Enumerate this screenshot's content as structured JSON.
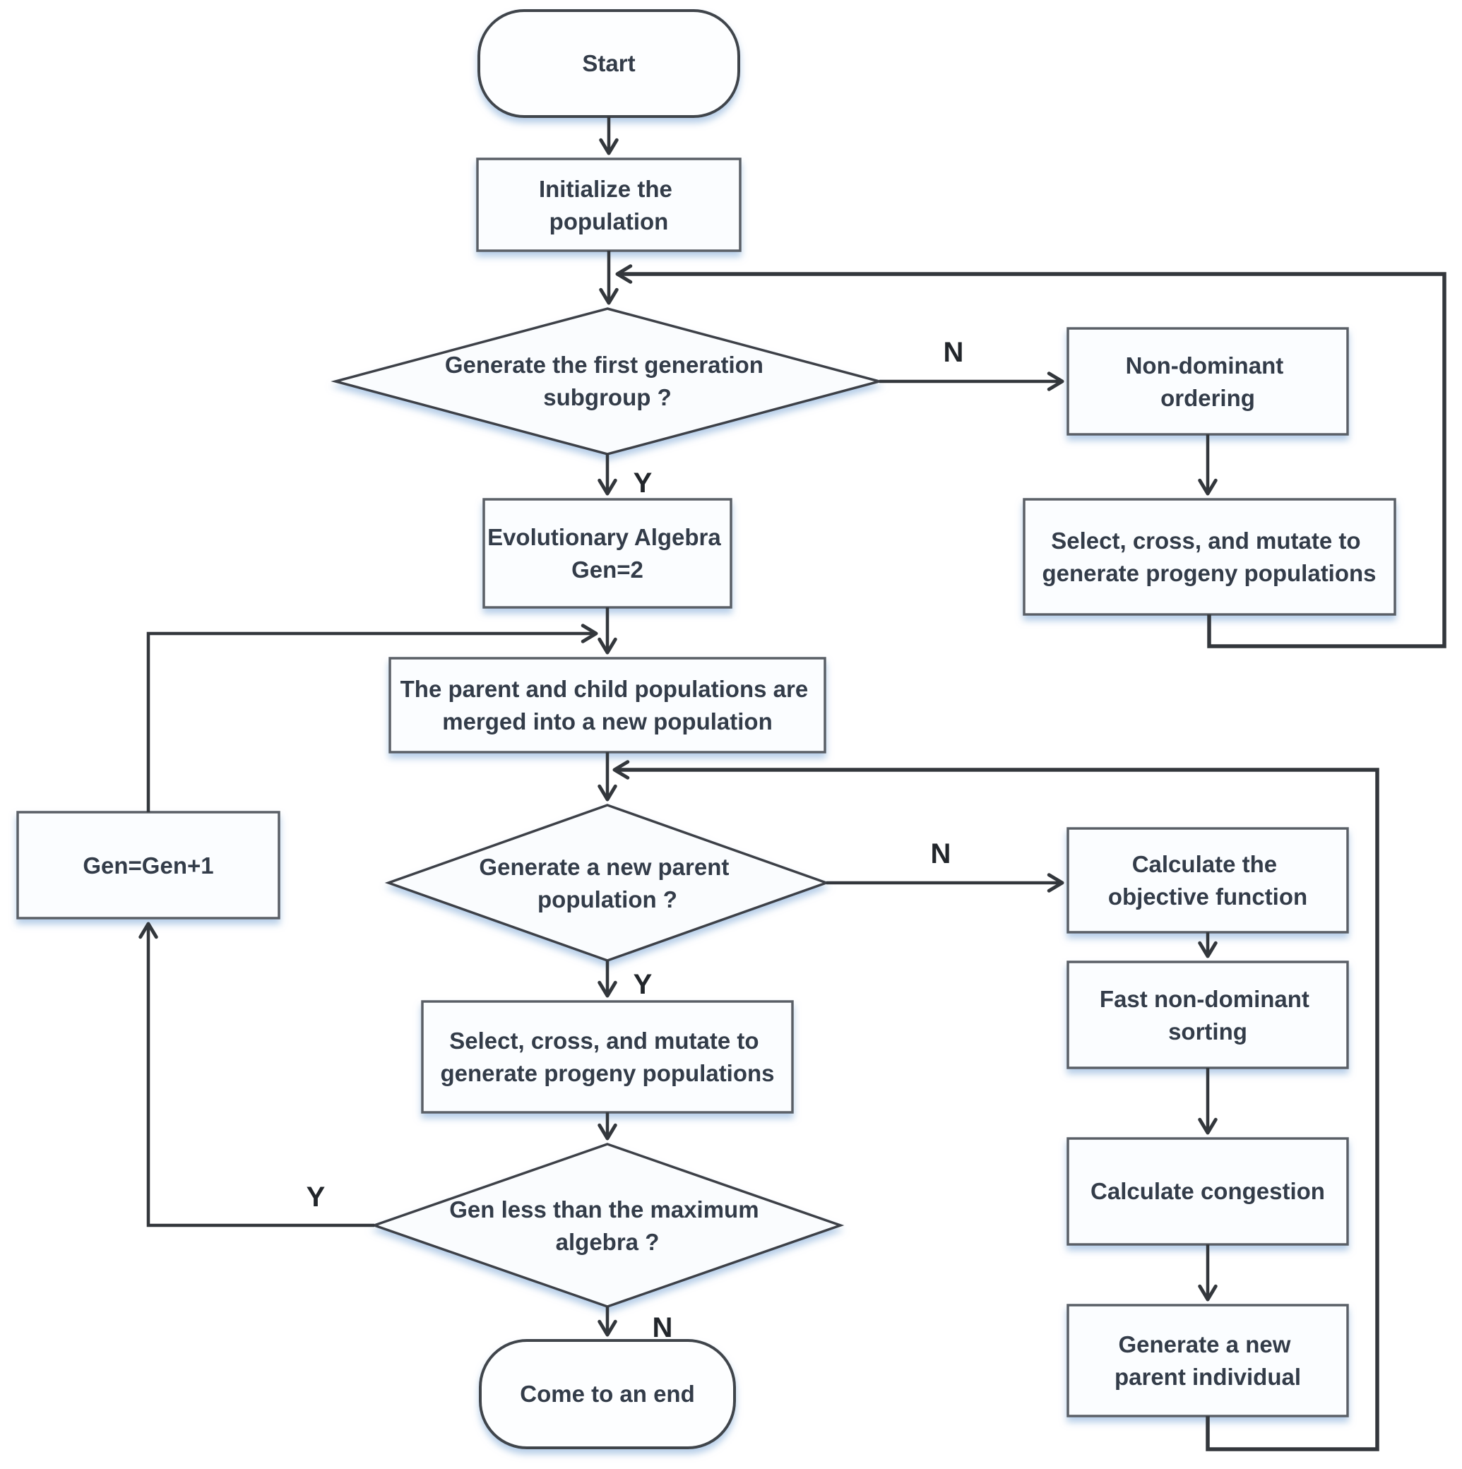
{
  "figure": {
    "type": "flowchart",
    "background": "#ffffff"
  },
  "colors": {
    "connector": "#33373c",
    "node_border": "#5a5f66",
    "decision_border": "#3c4147",
    "node_fill": "#fbfdff",
    "shadow": "#a9c5e4",
    "node_text": "#333c49",
    "branch_text": "#22262b"
  },
  "nodes": {
    "start": {
      "shape": "terminator",
      "label": "Start"
    },
    "initialize": {
      "shape": "process",
      "line1": "Initialize the",
      "line2": "population"
    },
    "first_generation_decision": {
      "shape": "decision",
      "line1": "Generate the first generation",
      "line2": "subgroup ?"
    },
    "non_dominant_ordering": {
      "shape": "process",
      "line1": "Non-dominant",
      "line2": "ordering"
    },
    "select_cross_mutate_right": {
      "shape": "process",
      "line1": "Select, cross, and mutate to",
      "line2": "generate progeny populations"
    },
    "evolutionary_algebra": {
      "shape": "process",
      "line1": "Evolutionary Algebra",
      "line2": "Gen=2"
    },
    "merge_populations": {
      "shape": "process",
      "line1": "The parent and child populations are",
      "line2": "merged into a new population"
    },
    "gen_increment": {
      "shape": "process",
      "label": "Gen=Gen+1"
    },
    "new_parent_decision": {
      "shape": "decision",
      "line1": "Generate a new parent",
      "line2": "population ?"
    },
    "calculate_objective": {
      "shape": "process",
      "line1": "Calculate the",
      "line2": "objective function"
    },
    "fast_sorting": {
      "shape": "process",
      "line1": "Fast non-dominant",
      "line2": "sorting"
    },
    "calculate_congestion": {
      "shape": "process",
      "label": "Calculate congestion"
    },
    "generate_parent_individual": {
      "shape": "process",
      "line1": "Generate a new",
      "line2": "parent individual"
    },
    "select_cross_mutate_main": {
      "shape": "process",
      "line1": "Select, cross, and mutate to",
      "line2": "generate progeny populations"
    },
    "max_algebra_decision": {
      "shape": "decision",
      "line1": "Gen less than the maximum",
      "line2": "algebra ?"
    },
    "end": {
      "shape": "terminator",
      "label": "Come to an end"
    }
  },
  "branch_labels": {
    "first_generation_no": "N",
    "first_generation_yes": "Y",
    "new_parent_no": "N",
    "new_parent_yes": "Y",
    "max_algebra_yes": "Y",
    "max_algebra_no": "N"
  }
}
